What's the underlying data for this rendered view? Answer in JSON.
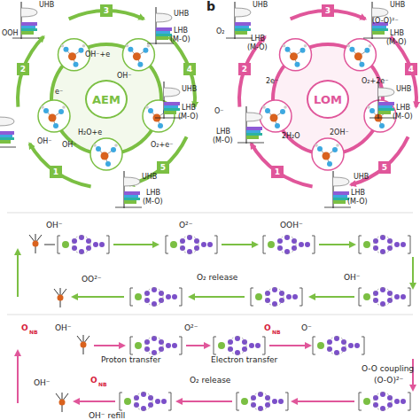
{
  "diagram": {
    "nodes": [
      {
        "text": [
          "AEM"
        ]
      },
      {
        "text": [
          "LOM"
        ]
      },
      {
        "text": [
          "1"
        ]
      },
      {
        "text": [
          "2"
        ]
      },
      {
        "text": [
          "3"
        ]
      },
      {
        "text": [
          "4"
        ]
      },
      {
        "text": [
          "5"
        ]
      },
      {
        "text": [
          "1"
        ]
      },
      {
        "text": [
          "2"
        ]
      },
      {
        "text": [
          "3"
        ]
      },
      {
        "text": [
          "4"
        ]
      },
      {
        "text": [
          "5"
        ]
      }
    ],
    "labels": [
      "OOH",
      "UHB",
      "UHB",
      "LHB",
      "(M-O)",
      "UHB",
      "LHB",
      "(M-O)",
      "UHB",
      "LHB",
      "(M-O)",
      "OH⁻+e",
      "OH⁻",
      "e⁻",
      "OH⁻",
      "H₂O+e",
      "OH⁻",
      "O₂+e⁻",
      "b",
      "UHB",
      "O₂",
      "LHB",
      "(M-O)",
      "UHB",
      "(O-O)²⁻",
      "LHB",
      "(M-O)",
      "UHB",
      "LHB",
      "(M-O)",
      "UHB",
      "LHB",
      "(M-O)",
      "O⁻",
      "LHB",
      "(M-O)",
      "2e⁻",
      "O₂+2e⁻",
      "2H₂O",
      "2OH⁻",
      "OH⁻",
      "O²⁻",
      "OOH⁻",
      "OO²⁻",
      "O₂ release",
      "OH⁻",
      "O",
      "NB",
      "OH⁻",
      "Proton transfer",
      "O²⁻",
      "Electron transfer",
      "O",
      "NB",
      "O⁻",
      "O-O coupling",
      "OH⁻",
      "O",
      "NB",
      "OH⁻ refill",
      "O₂ release",
      "(O-O)²⁻"
    ]
  }
}
